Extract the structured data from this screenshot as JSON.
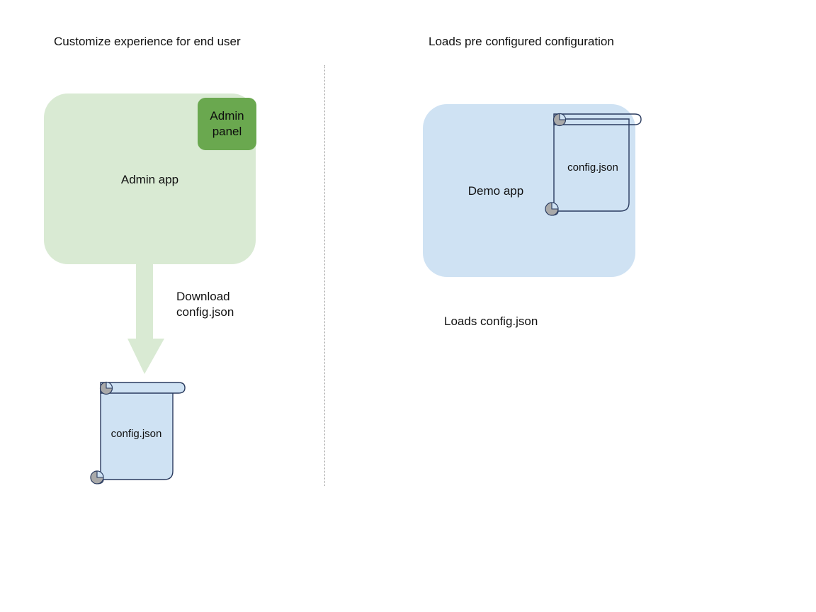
{
  "diagram": {
    "background_color": "#ffffff",
    "columns": [
      {
        "title": "Customize experience for end user",
        "app": {
          "name": "Admin app",
          "fill_color": "#d9ead3",
          "inner_panel": {
            "label": "Admin\npanel",
            "fill_color": "#6aa84f"
          }
        },
        "arrow": {
          "label": "Download\nconfig.json",
          "color": "#d9ead3",
          "direction": "down"
        },
        "document": {
          "label": "config.json",
          "fill_color": "#cfe2f3",
          "stroke_color": "#2a3b5f",
          "roll_color": "#a9a9a9",
          "icon": "scroll-icon"
        }
      },
      {
        "title": "Loads pre configured configuration",
        "app": {
          "name": "Demo app",
          "fill_color": "#cfe2f3"
        },
        "document": {
          "label": "config.json",
          "fill_color": "transparent",
          "stroke_color": "#2a3b5f",
          "roll_color": "#a9a9a9",
          "icon": "scroll-icon"
        },
        "caption": "Loads config.json"
      }
    ],
    "divider": {
      "style": "dotted",
      "color": "#9a9a9a",
      "orientation": "vertical"
    }
  }
}
